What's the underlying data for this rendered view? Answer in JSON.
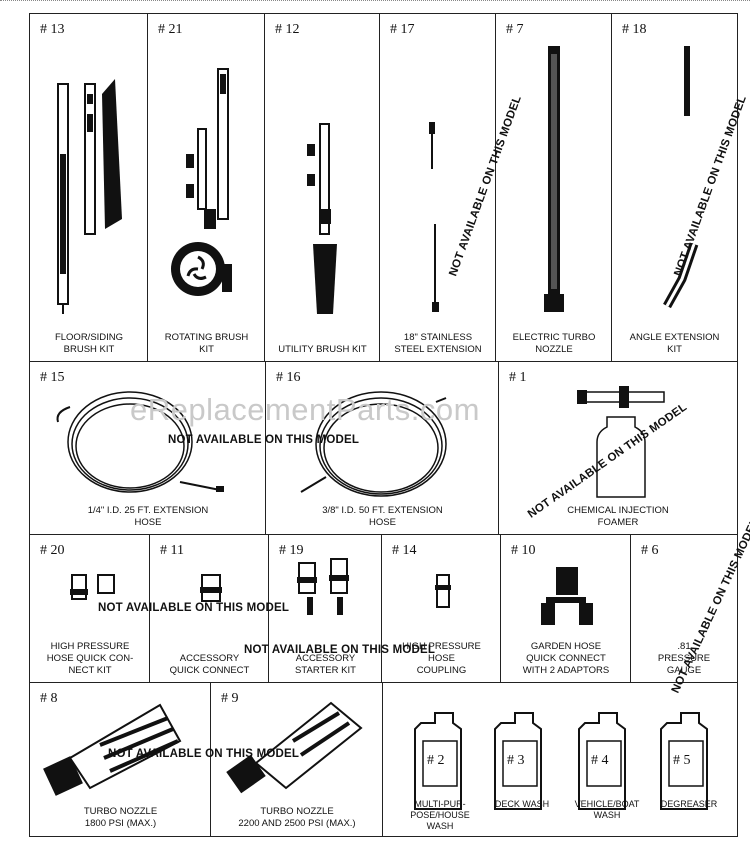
{
  "watermark": "eReplacementParts.com",
  "stamp": "NOT AVAILABLE ON THIS MODEL",
  "items": [
    {
      "number": "# 13",
      "caption": "FLOOR/SIDING\nBRUSH KIT"
    },
    {
      "number": "# 21",
      "caption": "ROTATING BRUSH\nKIT"
    },
    {
      "number": "# 12",
      "caption": "UTILITY BRUSH KIT"
    },
    {
      "number": "# 17",
      "caption": "18\" STAINLESS\nSTEEL EXTENSION"
    },
    {
      "number": "# 7",
      "caption": "ELECTRIC TURBO\nNOZZLE"
    },
    {
      "number": "# 18",
      "caption": "ANGLE EXTENSION\nKIT"
    },
    {
      "number": "# 15",
      "caption": "1/4\" I.D. 25 ft. EXTENSION\nHOSE"
    },
    {
      "number": "# 16",
      "caption": "3/8\" I.D. 50 ft. EXTENSION\nHOSE"
    },
    {
      "number": "# 1",
      "caption": "CHEMICAL INJECTION\nFOAMER"
    },
    {
      "number": "# 20",
      "caption": "HIGH PRESSURE\nHOSE QUICK CON-\nNECT KIT"
    },
    {
      "number": "# 11",
      "caption": "ACCESSORY\nQUICK CONNECT"
    },
    {
      "number": "# 19",
      "caption": "ACCESSORY\nSTARTER KIT"
    },
    {
      "number": "# 14",
      "caption": "HIGH PRESSURE\nHOSE\nCOUPLING"
    },
    {
      "number": "# 10",
      "caption": "GARDEN HOSE\nQUICK CONNECT\nWITH 2 ADAPTORS"
    },
    {
      "number": "# 6",
      "caption": ".81\nPRESSURE\nGAUGE"
    },
    {
      "number": "# 8",
      "caption": "TURBO NOZZLE\n1800 PSI (max.)"
    },
    {
      "number": "# 9",
      "caption": "TURBO NOZZLE\n2200 AND 2500 PSI (max.)"
    }
  ],
  "cleaners": [
    {
      "number": "# 2",
      "caption": "MULTI-PUR-\nPOSE/HOUSE\nWASH"
    },
    {
      "number": "# 3",
      "caption": "DECK WASH"
    },
    {
      "number": "# 4",
      "caption": "VEHICLE/BOAT\nWASH"
    },
    {
      "number": "# 5",
      "caption": "DEGREASER"
    }
  ]
}
